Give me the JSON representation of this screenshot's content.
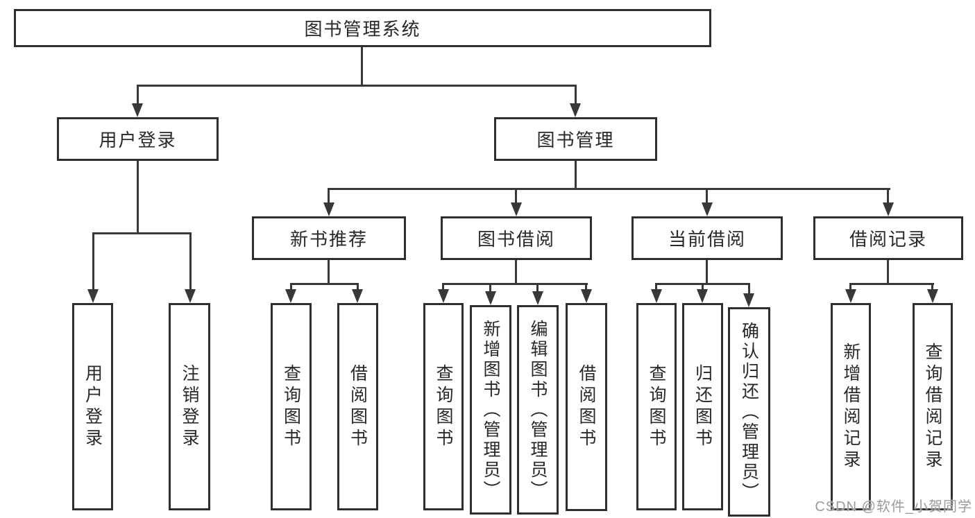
{
  "root": {
    "label": "图书管理系统"
  },
  "login": {
    "label": "用户登录",
    "leaves": [
      {
        "label": "用户登录"
      },
      {
        "label": "注销登录"
      }
    ]
  },
  "mgmt": {
    "label": "图书管理",
    "groups": [
      {
        "label": "新书推荐",
        "leaves": [
          {
            "label": "查询图书"
          },
          {
            "label": "借阅图书"
          }
        ]
      },
      {
        "label": "图书借阅",
        "leaves": [
          {
            "label": "查询图书"
          },
          {
            "label": "新增图书（管理员）"
          },
          {
            "label": "编辑图书（管理员）"
          },
          {
            "label": "借阅图书"
          }
        ]
      },
      {
        "label": "当前借阅",
        "leaves": [
          {
            "label": "查询图书"
          },
          {
            "label": "归还图书"
          },
          {
            "label": "确认归还（管理员）"
          }
        ]
      },
      {
        "label": "借阅记录",
        "leaves": [
          {
            "label": "新增借阅记录"
          },
          {
            "label": "查询借阅记录"
          }
        ]
      }
    ]
  },
  "watermark": {
    "text": "CSDN @软件_小贺同学"
  },
  "colors": {
    "line": "#383838",
    "box_border": "#2e2e2e",
    "text": "#26282c",
    "watermark": "#9b9b9b",
    "background": "#ffffff"
  }
}
